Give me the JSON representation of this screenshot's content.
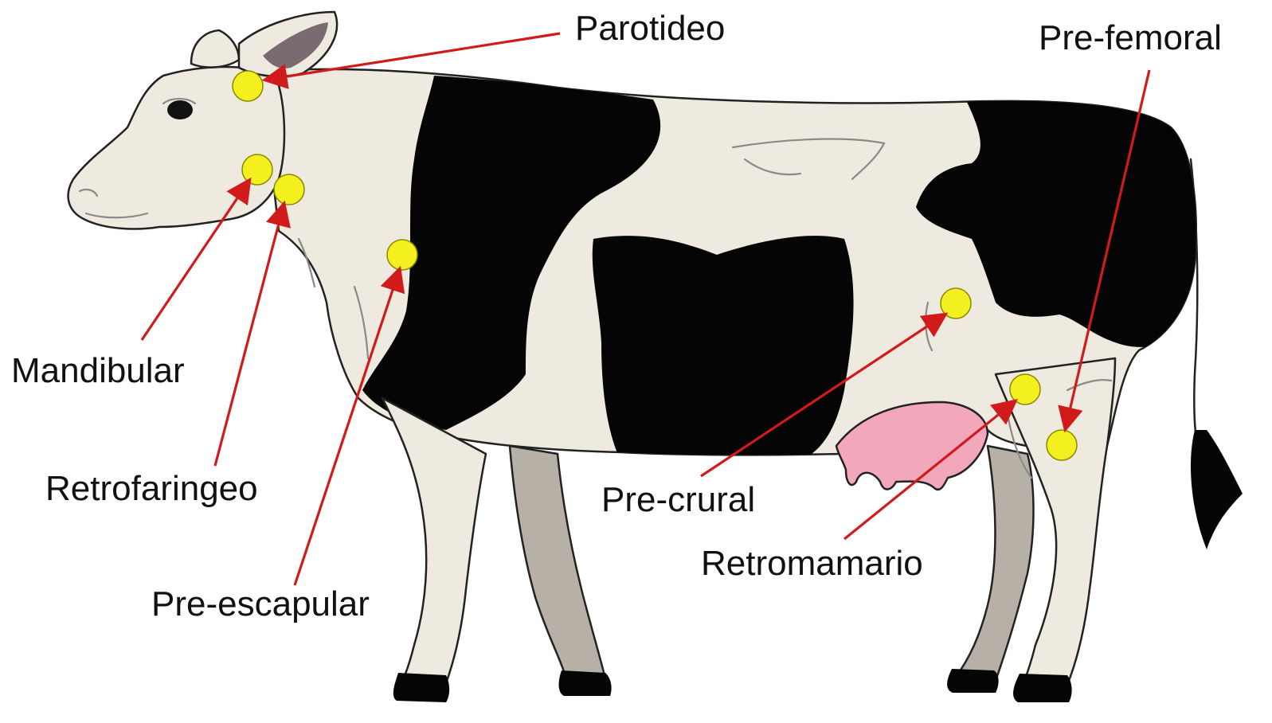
{
  "colors": {
    "node_fill": "#f4ef1f",
    "arrow": "#d11a1a",
    "body": "#efeae0",
    "patch": "#050505",
    "udder": "#f2a7bb",
    "leg_shade": "#b7b0a7",
    "ear_inner": "#7a6b72"
  },
  "labels": {
    "parotideo": "Parotideo",
    "pre_femoral": "Pre-femoral",
    "mandibular": "Mandibular",
    "retrofaringeo": "Retrofaringeo",
    "pre_escapular": "Pre-escapular",
    "pre_crural": "Pre-crural",
    "retromamario": "Retromamario"
  }
}
